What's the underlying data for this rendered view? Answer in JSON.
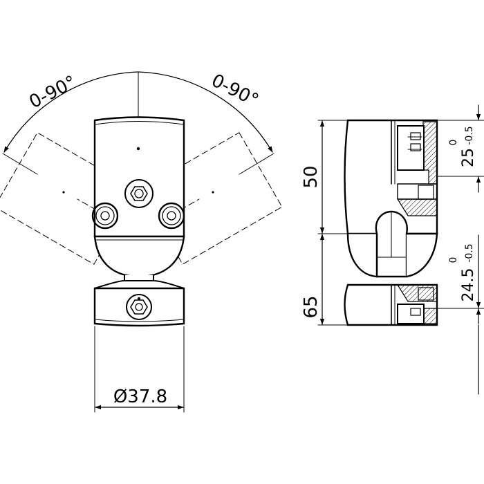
{
  "labels": {
    "angle_left": "0-90°",
    "angle_right": "0-90°",
    "diameter": "Ø37.8",
    "height_upper": "50",
    "height_lower": "65",
    "depth_upper": "25",
    "depth_lower": "24.5"
  },
  "tolerances": {
    "upper_top": "0",
    "upper_bottom": "-0.5",
    "lower_top": "0",
    "lower_bottom": "-0.5"
  },
  "colors": {
    "line": "#000000",
    "hatch": "#000000",
    "background": "#ffffff"
  }
}
